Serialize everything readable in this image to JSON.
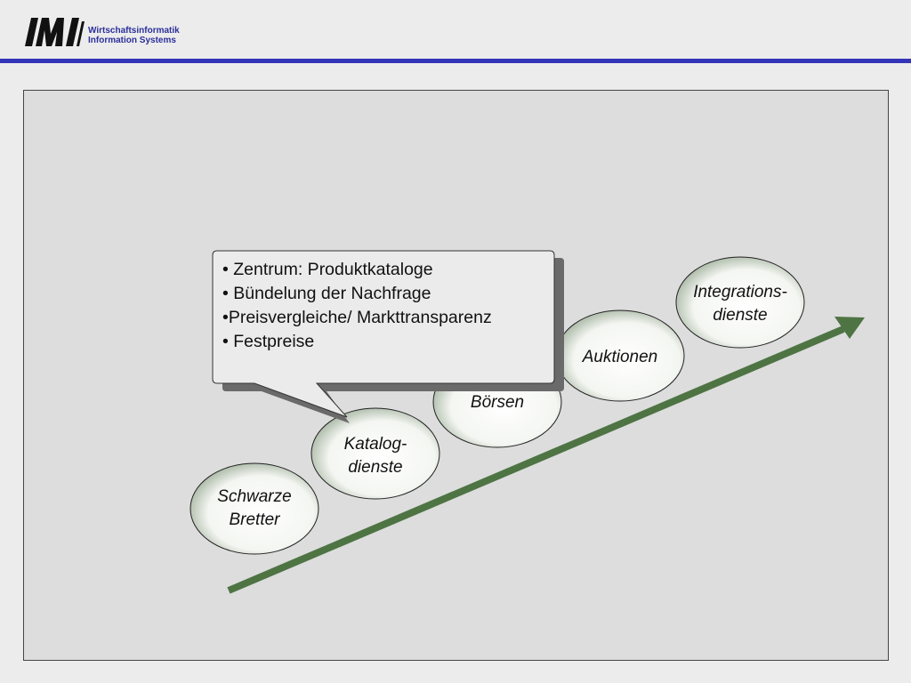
{
  "header": {
    "logo_line1": "Wirtschaftsinformatik",
    "logo_line2": "Information Systems"
  },
  "colors": {
    "header_rule": "#3434b8",
    "arrow": "#4e7444",
    "logo_text": "#2b2f9a"
  },
  "callout": {
    "items": [
      "• Zentrum: Produktkataloge",
      "• Bündelung der Nachfrage",
      "•Preisvergleiche/ Markttransparenz",
      "• Festpreise"
    ]
  },
  "stages": [
    {
      "line1": "Schwarze",
      "line2": "Bretter"
    },
    {
      "line1": "Katalog-",
      "line2": "dienste"
    },
    {
      "line1": "Börsen",
      "line2": ""
    },
    {
      "line1": "Auktionen",
      "line2": ""
    },
    {
      "line1": "Integrations-",
      "line2": "dienste"
    }
  ]
}
